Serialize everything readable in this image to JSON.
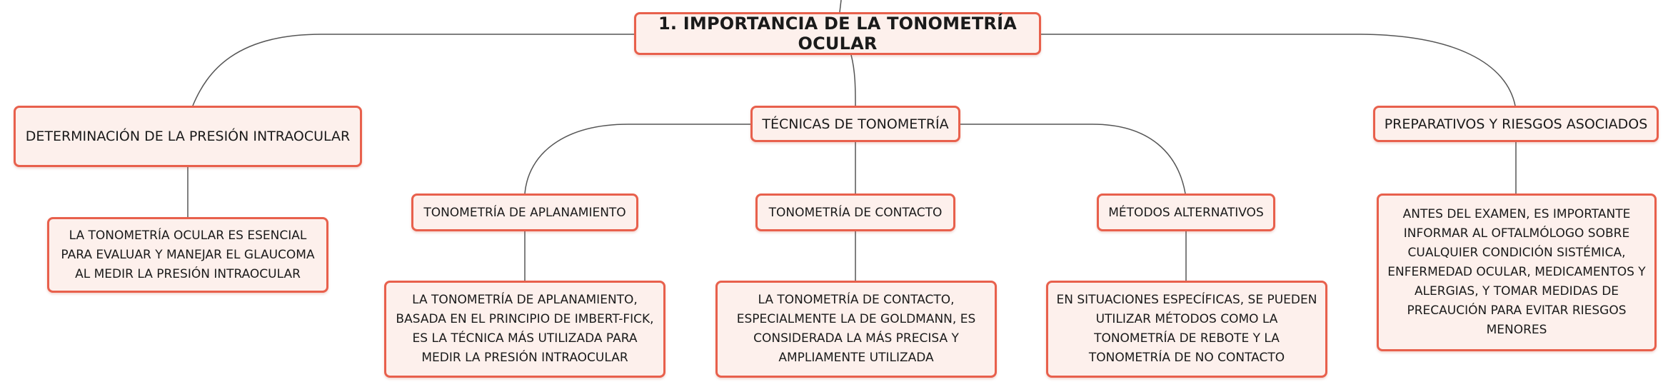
{
  "root": {
    "title": "1. IMPORTANCIA DE LA TONOMETRÍA OCULAR"
  },
  "branches": {
    "determinacion": "DETERMINACIÓN DE LA PRESIÓN INTRAOCULAR",
    "tecnicas": "TÉCNICAS DE TONOMETRÍA",
    "preparativos": "PREPARATIVOS Y RIESGOS ASOCIADOS"
  },
  "subtopics": {
    "aplanamiento": "TONOMETRÍA DE APLANAMIENTO",
    "contacto": "TONOMETRÍA DE CONTACTO",
    "alternativos": "MÉTODOS ALTERNATIVOS"
  },
  "details": {
    "determinacion": "LA TONOMETRÍA OCULAR ES ESENCIAL PARA EVALUAR Y MANEJAR EL GLAUCOMA AL MEDIR LA PRESIÓN INTRAOCULAR",
    "aplanamiento": "LA TONOMETRÍA DE APLANAMIENTO, BASADA EN EL PRINCIPIO DE IMBERT-FICK, ES LA TÉCNICA MÁS UTILIZADA PARA MEDIR LA PRESIÓN INTRAOCULAR",
    "contacto": "LA TONOMETRÍA DE CONTACTO, ESPECIALMENTE LA DE GOLDMANN, ES CONSIDERADA LA MÁS PRECISA Y AMPLIAMENTE UTILIZADA",
    "alternativos": "EN SITUACIONES ESPECÍFICAS, SE PUEDEN UTILIZAR MÉTODOS COMO LA TONOMETRÍA DE REBOTE Y LA TONOMETRÍA DE NO CONTACTO",
    "preparativos": "ANTES DEL EXAMEN, ES IMPORTANTE INFORMAR AL OFTALMÓLOGO SOBRE CUALQUIER CONDICIÓN SISTÉMICA, ENFERMEDAD OCULAR, MEDICAMENTOS Y ALERGIAS, Y TOMAR MEDIDAS DE PRECAUCIÓN PARA EVITAR RIESGOS MENORES"
  },
  "colors": {
    "node_border": "#e8604c",
    "node_fill": "#fdf0ec",
    "connector": "#555555",
    "text": "#1a1a1a"
  }
}
